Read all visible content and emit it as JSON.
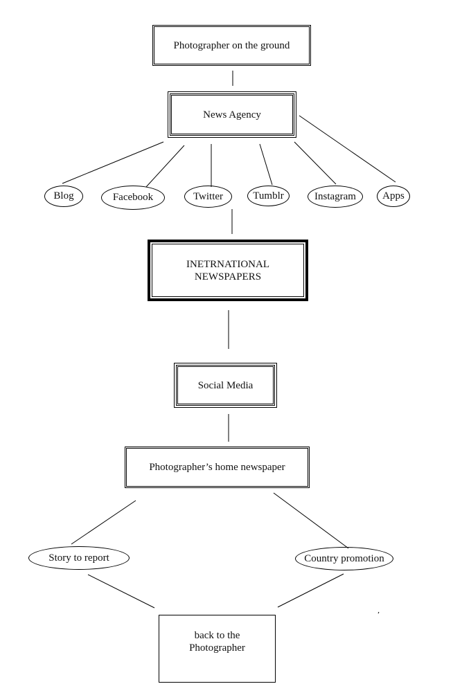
{
  "diagram": {
    "nodes": {
      "photographer_ground": "Photographer on the ground",
      "news_agency": "News Agency",
      "international_newspapers_line1": "INETRNATIONAL",
      "international_newspapers_line2": "NEWSPAPERS",
      "social_media": "Social Media",
      "home_newspaper": "Photographer’s home newspaper",
      "back_line1": "back to the",
      "back_line2": "Photographer"
    },
    "channels": [
      "Blog",
      "Facebook",
      "Twitter",
      "Tumblr",
      "Instagram",
      "Apps"
    ],
    "outcomes": {
      "story": "Story to report",
      "country": "Country promotion"
    }
  }
}
